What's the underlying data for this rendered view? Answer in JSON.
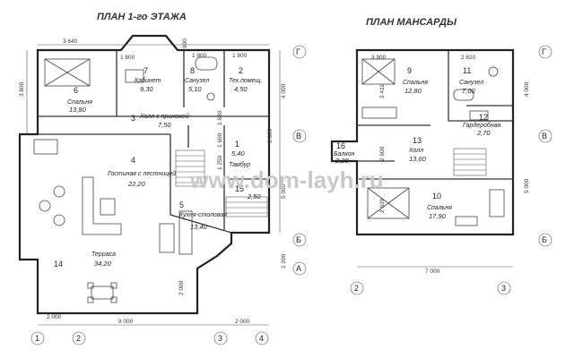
{
  "plan1": {
    "title": "ПЛАН 1-го ЭТАЖА",
    "rooms": [
      {
        "num": "6",
        "name": "Спальня",
        "area": "13,80"
      },
      {
        "num": "7",
        "name": "Кабинет",
        "area": "9,30"
      },
      {
        "num": "8",
        "name": "Санузел",
        "area": "5,10"
      },
      {
        "num": "2",
        "name": "Тех.помещ.",
        "area": "4,50"
      },
      {
        "num": "3",
        "name": "Холл с прихожей",
        "area": "7,50"
      },
      {
        "num": "4",
        "name": "Гостиная с лестницей",
        "area": "22,20"
      },
      {
        "num": "1",
        "name": "Тамбур",
        "area": "5,40"
      },
      {
        "num": "15",
        "name": "",
        "area": "2,50"
      },
      {
        "num": "5",
        "name": "Кухня-столовая",
        "area": "13,40"
      },
      {
        "num": "14",
        "name": "Терраса",
        "area": "34,20"
      }
    ],
    "dims": [
      "3 640",
      "1 800",
      "1 800",
      "1 800",
      "3 800",
      "1 630",
      "1 600",
      "1 250",
      "3 000",
      "4 000",
      "5 000",
      "1 200",
      "2 000",
      "2 000",
      "9 000",
      "2 000",
      "900"
    ],
    "axes": [
      "Г",
      "В",
      "Б",
      "А",
      "1",
      "2",
      "3",
      "4"
    ]
  },
  "plan2": {
    "title": "ПЛАН МАНСАРДЫ",
    "rooms": [
      {
        "num": "9",
        "name": "Спальня",
        "area": "12,80"
      },
      {
        "num": "11",
        "name": "Санузел",
        "area": "7,00"
      },
      {
        "num": "12",
        "name": "Гардеробная",
        "area": "2,70"
      },
      {
        "num": "13",
        "name": "Холл",
        "area": "13,60"
      },
      {
        "num": "16",
        "name": "Балкон",
        "area": "2,20"
      },
      {
        "num": "10",
        "name": "Спальня",
        "area": "17,90"
      }
    ],
    "dims": [
      "3 900",
      "2 820",
      "3 411",
      "2 600",
      "2 639",
      "4 000",
      "5 000",
      "7 000"
    ],
    "axes": [
      "Г",
      "В",
      "Б",
      "2",
      "3"
    ]
  },
  "watermark": "www.dom-layh.ru"
}
